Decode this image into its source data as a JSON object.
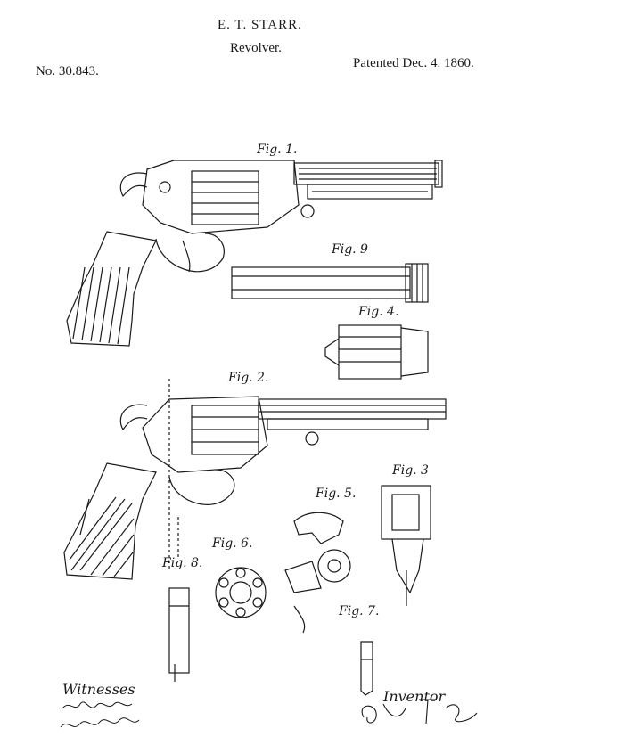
{
  "header": {
    "inventor_name": "E. T. STARR.",
    "title": "Revolver.",
    "patent_no": "No. 30.843.",
    "patent_date": "Patented Dec. 4. 1860."
  },
  "figures": {
    "fig1": "Fig. 1.",
    "fig2": "Fig. 2.",
    "fig3": "Fig. 3",
    "fig4": "Fig. 4.",
    "fig5": "Fig. 5.",
    "fig6": "Fig. 6.",
    "fig7": "Fig. 7.",
    "fig8": "Fig. 8.",
    "fig9": "Fig. 9"
  },
  "signatures": {
    "witnesses_label": "Witnesses",
    "inventor_label": "Inventor"
  },
  "colors": {
    "ink": "#1a1a1a",
    "paper": "#ffffff"
  }
}
